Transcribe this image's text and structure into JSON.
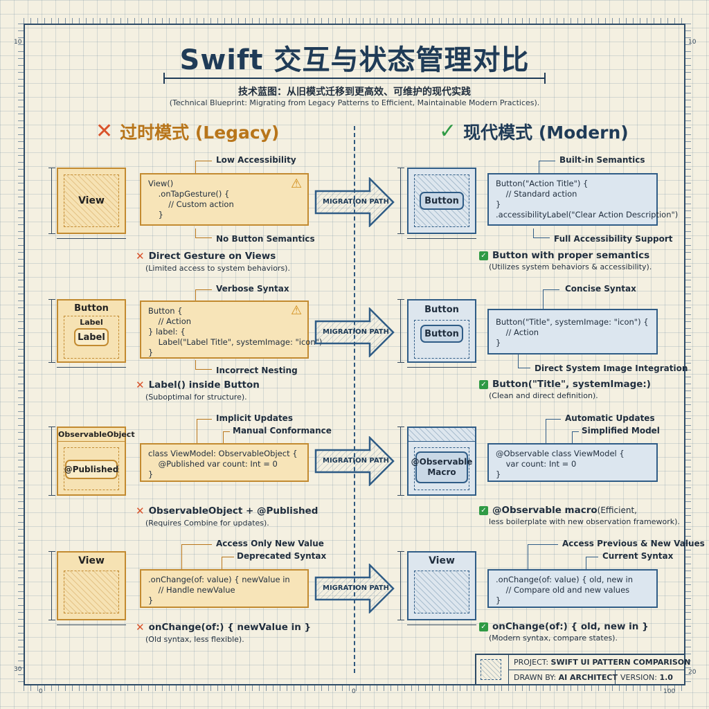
{
  "ruler": {
    "top_left": "10",
    "top_right": "10",
    "bottom_left": "30",
    "bottom_right": "20",
    "zero_left": "0",
    "zero_mid": "0",
    "hundred": "100"
  },
  "header": {
    "title": "Swift 交互与状态管理对比",
    "subtitle": "技术蓝图：从旧模式迁移到更高效、可维护的现代实践",
    "subtitle_en": "(Technical Blueprint: Migrating from Legacy Patterns to Efficient, Maintainable Modern Practices)."
  },
  "columns": {
    "legacy": "过时模式 (Legacy)",
    "modern": "现代模式 (Modern)"
  },
  "migration_label": "MIGRATION PATH",
  "rows": [
    {
      "legacy": {
        "box_label": "View",
        "code": "View()\n    .onTapGesture() {\n        // Custom action\n    }",
        "ann_top": "Low Accessibility",
        "ann_bottom": "No Button Semantics",
        "result_title": "Direct Gesture on Views",
        "result_sub": "(Limited access to system behaviors)."
      },
      "modern": {
        "box_label": "Button",
        "code": "Button(\"Action Title\") {\n    // Standard action\n}\n.accessibilityLabel(\"Clear Action Description\")",
        "ann_top": "Built-in Semantics",
        "ann_bottom": "Full Accessibility Support",
        "result_title": "Button with proper semantics",
        "result_sub": "(Utilizes system behaviors & accessibility)."
      }
    },
    {
      "legacy": {
        "box_label": "Button",
        "mid_label": "Label",
        "inner_label": "Label",
        "code": "Button {\n    // Action\n} label: {\n    Label(\"Label Title\", systemImage: \"icon\")\n}",
        "ann_top": "Verbose Syntax",
        "ann_bottom": "Incorrect Nesting",
        "result_title": "Label() inside Button",
        "result_sub": "(Suboptimal for structure)."
      },
      "modern": {
        "box_label": "Button",
        "inner_label": "Button",
        "code": "Button(\"Title\", systemImage: \"icon\") {\n    // Action\n}",
        "ann_top": "Concise Syntax",
        "ann_bottom": "Direct System Image Integration",
        "result_title": "Button(\"Title\", systemImage:)",
        "result_sub": "(Clean and direct definition)."
      }
    },
    {
      "legacy": {
        "box_label": "ObservableObject",
        "inner_label": "@Published",
        "code": "class ViewModel: ObservableObject {\n    @Published var count: Int = 0\n}",
        "ann_top": "Implicit Updates",
        "ann_top2": "Manual Conformance",
        "result_title": "ObservableObject + @Published",
        "result_sub": "(Requires Combine for updates)."
      },
      "modern": {
        "inner_label": "@Observable\nMacro",
        "code": "@Observable class ViewModel {\n    var count: Int = 0\n}",
        "ann_top": "Automatic Updates",
        "ann_top2": "Simplified Model",
        "result_title": "@Observable macro",
        "result_title_suffix": " (Efficient,",
        "result_sub": "less boilerplate with new observation framework)."
      }
    },
    {
      "legacy": {
        "box_label": "View",
        "code": ".onChange(of: value) { newValue in\n    // Handle newValue\n}",
        "ann_top": "Access Only New Value",
        "ann_top2": "Deprecated Syntax",
        "result_title": "onChange(of:) { newValue in }",
        "result_sub": "(Old syntax, less flexible)."
      },
      "modern": {
        "box_label": "View",
        "code": ".onChange(of: value) { old, new in\n    // Compare old and new values\n}",
        "ann_top": "Access Previous & New Values",
        "ann_top2": "Current Syntax",
        "result_title": "onChange(of:) { old, new in }",
        "result_sub": "(Modern syntax, compare states)."
      }
    }
  ],
  "titleblock": {
    "project_key": "PROJECT:",
    "project_val": "SWIFT UI PATTERN COMPARISON",
    "drawn_key": "DRAWN BY:",
    "drawn_val": "AI ARCHITECT",
    "version_key": "VERSION:",
    "version_val": "1.0"
  },
  "colors": {
    "legacy_accent": "#b8751a",
    "modern_accent": "#1f3b57",
    "legacy_fill": "#f7e4b8",
    "modern_fill": "#dce6ef",
    "error": "#d9532b",
    "success": "#2f9a45"
  },
  "icons": {
    "legacy_marker": "x-icon",
    "modern_marker": "check-icon",
    "warning": "warning-icon",
    "migration": "arrow-right-icon"
  }
}
